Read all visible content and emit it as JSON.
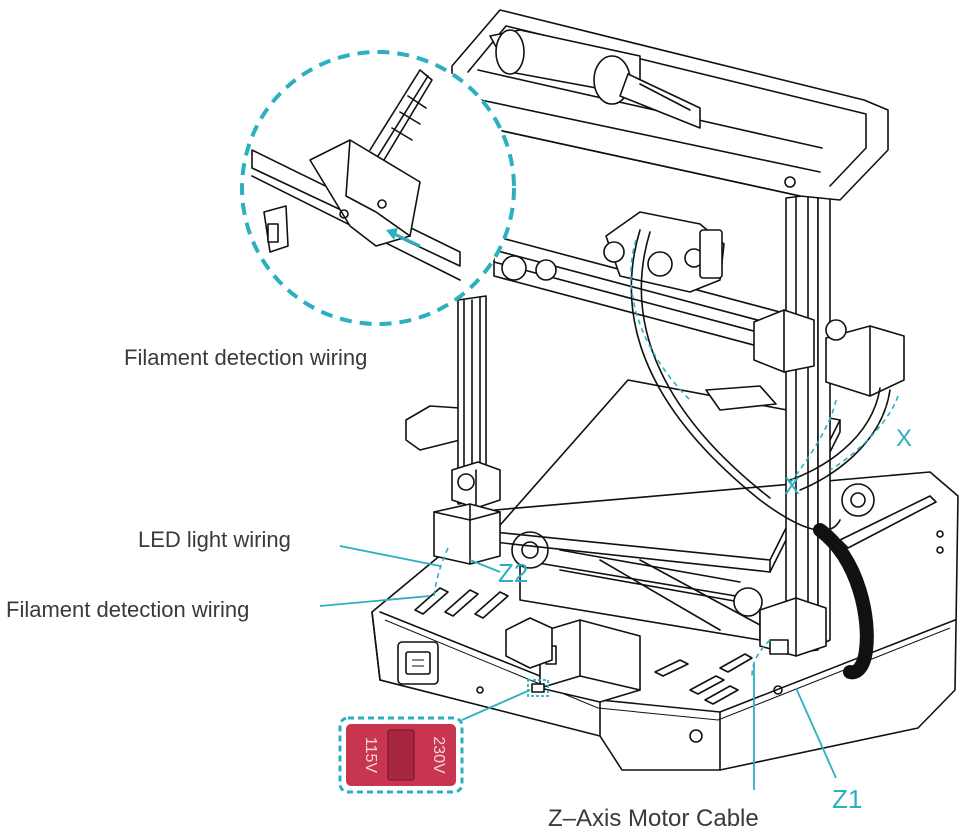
{
  "labels": {
    "filament_detection_top": "Filament detection wiring",
    "led_light": "LED light wiring",
    "filament_detection_bottom": "Filament detection wiring",
    "z_axis_motor_cable": "Z–Axis Motor Cable",
    "z1": "Z1",
    "z2": "Z2",
    "x_upper": "X",
    "x_lower": "X"
  },
  "voltage_switch": {
    "left": "115V",
    "right": "230V",
    "color": "#c8354f"
  },
  "colors": {
    "accent": "#2bb0c0",
    "outline": "#111111",
    "text": "#3a3a3a"
  }
}
